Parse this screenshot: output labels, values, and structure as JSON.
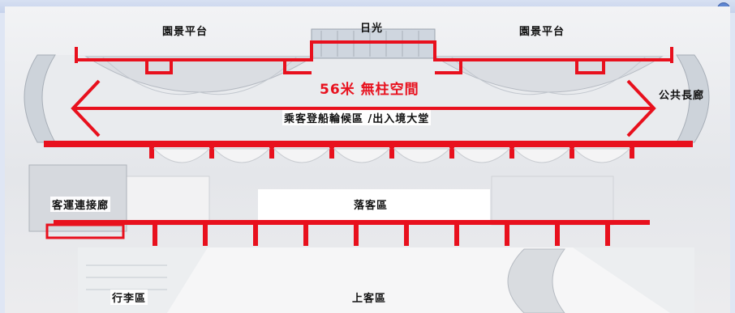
{
  "labels": {
    "view_platform_left": "園景平台",
    "daylight": "日光",
    "view_platform_right": "園景平台",
    "span": "56米 無柱空間",
    "public_corridor": "公共長廊",
    "boarding_hall": "乘客登船輪候區 /出入境大堂",
    "transport_bridge": "客運連接廊",
    "drop_off": "落客區",
    "baggage": "行李區",
    "pick_up": "上客區"
  },
  "colors": {
    "structure_red": "#e8101d",
    "frame_blue": "#5f87d2"
  }
}
